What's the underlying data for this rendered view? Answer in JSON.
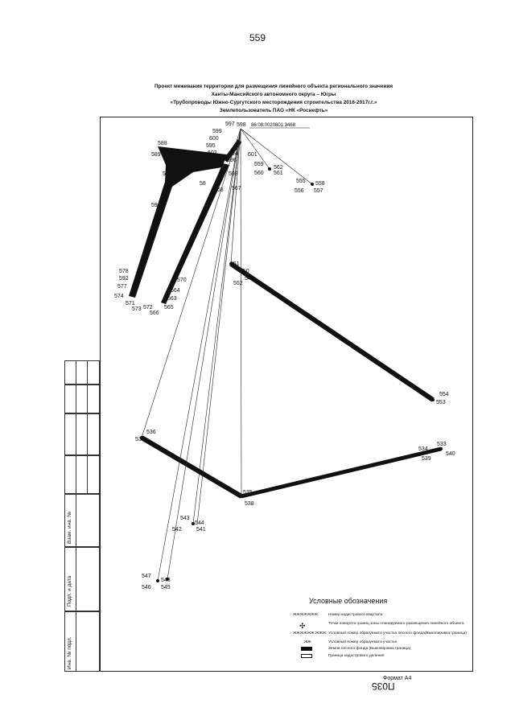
{
  "page_number": "559",
  "header": {
    "line1": "Проект межевания территории для размещения линейного объекта регионального значения",
    "line2": "Ханты-Мансийского автономного округа – Югры",
    "line3": "«Трубопроводы Южно-Сургутского месторождения строительства 2016-2017г.г.»",
    "line4": "Землепользователь ПАО «НК «Роснефть»"
  },
  "cadastral_number": "86:08:0020801:3468",
  "stamp_labels": [
    "Взам. инв. №",
    "Подп. и дата",
    "Инв. № подл."
  ],
  "points": [
    {
      "label": "597"
    },
    {
      "label": "598"
    },
    {
      "label": "599"
    },
    {
      "label": "600"
    },
    {
      "label": "595"
    },
    {
      "label": "602"
    },
    {
      "label": "594"
    },
    {
      "label": "596"
    },
    {
      "label": "601"
    },
    {
      "label": "588"
    },
    {
      "label": "589"
    },
    {
      "label": "587"
    },
    {
      "label": "590"
    },
    {
      "label": "593"
    },
    {
      "label": "58"
    },
    {
      "label": "568"
    },
    {
      "label": "567"
    },
    {
      "label": "559"
    },
    {
      "label": "560"
    },
    {
      "label": "562"
    },
    {
      "label": "561"
    },
    {
      "label": "555"
    },
    {
      "label": "556"
    },
    {
      "label": "558"
    },
    {
      "label": "557"
    },
    {
      "label": "591"
    },
    {
      "label": "578"
    },
    {
      "label": "592"
    },
    {
      "label": "577"
    },
    {
      "label": "574"
    },
    {
      "label": "571"
    },
    {
      "label": "573"
    },
    {
      "label": "572"
    },
    {
      "label": "566"
    },
    {
      "label": "565"
    },
    {
      "label": "563"
    },
    {
      "label": "564"
    },
    {
      "label": "570"
    },
    {
      "label": "551"
    },
    {
      "label": "550"
    },
    {
      "label": "552"
    },
    {
      "label": "549"
    },
    {
      "label": "554"
    },
    {
      "label": "553"
    },
    {
      "label": "536"
    },
    {
      "label": "537"
    },
    {
      "label": "534"
    },
    {
      "label": "533"
    },
    {
      "label": "539"
    },
    {
      "label": "540"
    },
    {
      "label": "535"
    },
    {
      "label": "538"
    },
    {
      "label": "543"
    },
    {
      "label": "544"
    },
    {
      "label": "542"
    },
    {
      "label": "541"
    },
    {
      "label": "547"
    },
    {
      "label": "548"
    },
    {
      "label": "546"
    },
    {
      "label": "545"
    }
  ],
  "legend": {
    "title": "Условные обозначения",
    "items": [
      {
        "symbol": "ЖЖЖЖЖЖЖ",
        "text": "Номер кадастрового квартала"
      },
      {
        "symbol": "✣",
        "text": "Точки поворота границ зоны планируемого размещения линейного объекта"
      },
      {
        "symbol": "ЖЖЖЖЖЖ:ЖЖЖ",
        "text": "Условный номер образуемого участка лесного фонда(Выкопировка граница)"
      },
      {
        "symbol": "ЖЖ",
        "text": "Условный номер образуемого участка"
      },
      {
        "symbol": "",
        "text": "Земли лесного фонда (Выкопировка граница)"
      },
      {
        "symbol": "",
        "text": "Граница кадастрового деления"
      }
    ]
  },
  "format_label": "Формат А4",
  "handwritten": "П035"
}
